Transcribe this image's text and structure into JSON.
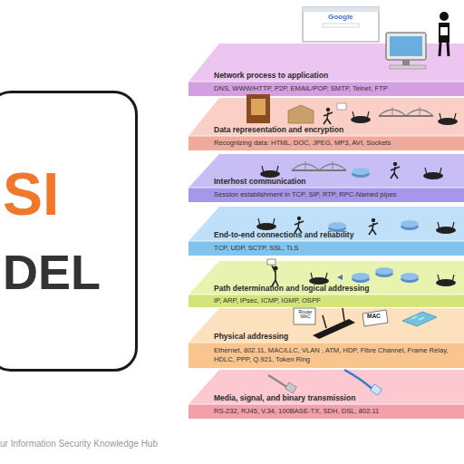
{
  "diagram": {
    "nodes": [
      {
        "text": [
          "SI",
          "DEL"
        ]
      },
      {
        "text": [
          "Network process to application",
          "DNS, WWW/HTTP, P2P, EMAIL/POP, SMTP, Telnet, FTP"
        ]
      },
      {
        "text": [
          "Data representation and encryption",
          "Recognizing data: HTML, DOC, JPEG, MP3, AVI, Sockets"
        ]
      },
      {
        "text": [
          "Interhost communication",
          "Session establishment in TCP, SIP, RTP, RPC-Named pipes"
        ]
      },
      {
        "text": [
          "End-to-end connections and reliability",
          "TCP, UDP, SCTP, SSL, TLS"
        ]
      },
      {
        "text": [
          "Path determination and logical addressing",
          "IP, ARP, IPsec, ICMP, IGMP, OSPF"
        ]
      },
      {
        "text": [
          "Physical addressing",
          "Ethernet, 802.11, MAC/LLC, VLAN , ATM, HDP, Fibre Channel, Frame Relay, HDLC, PPP, Q.921, Token Ring"
        ]
      },
      {
        "text": [
          "Media, signal, and binary transmission",
          "RS-232, RJ45, V.34, 100BASE-TX, SDH, DSL, 802.11"
        ]
      }
    ],
    "labels": [
      "Google",
      "Router MAC",
      "MAC",
      "ur Information Security Knowledge Hub"
    ]
  }
}
